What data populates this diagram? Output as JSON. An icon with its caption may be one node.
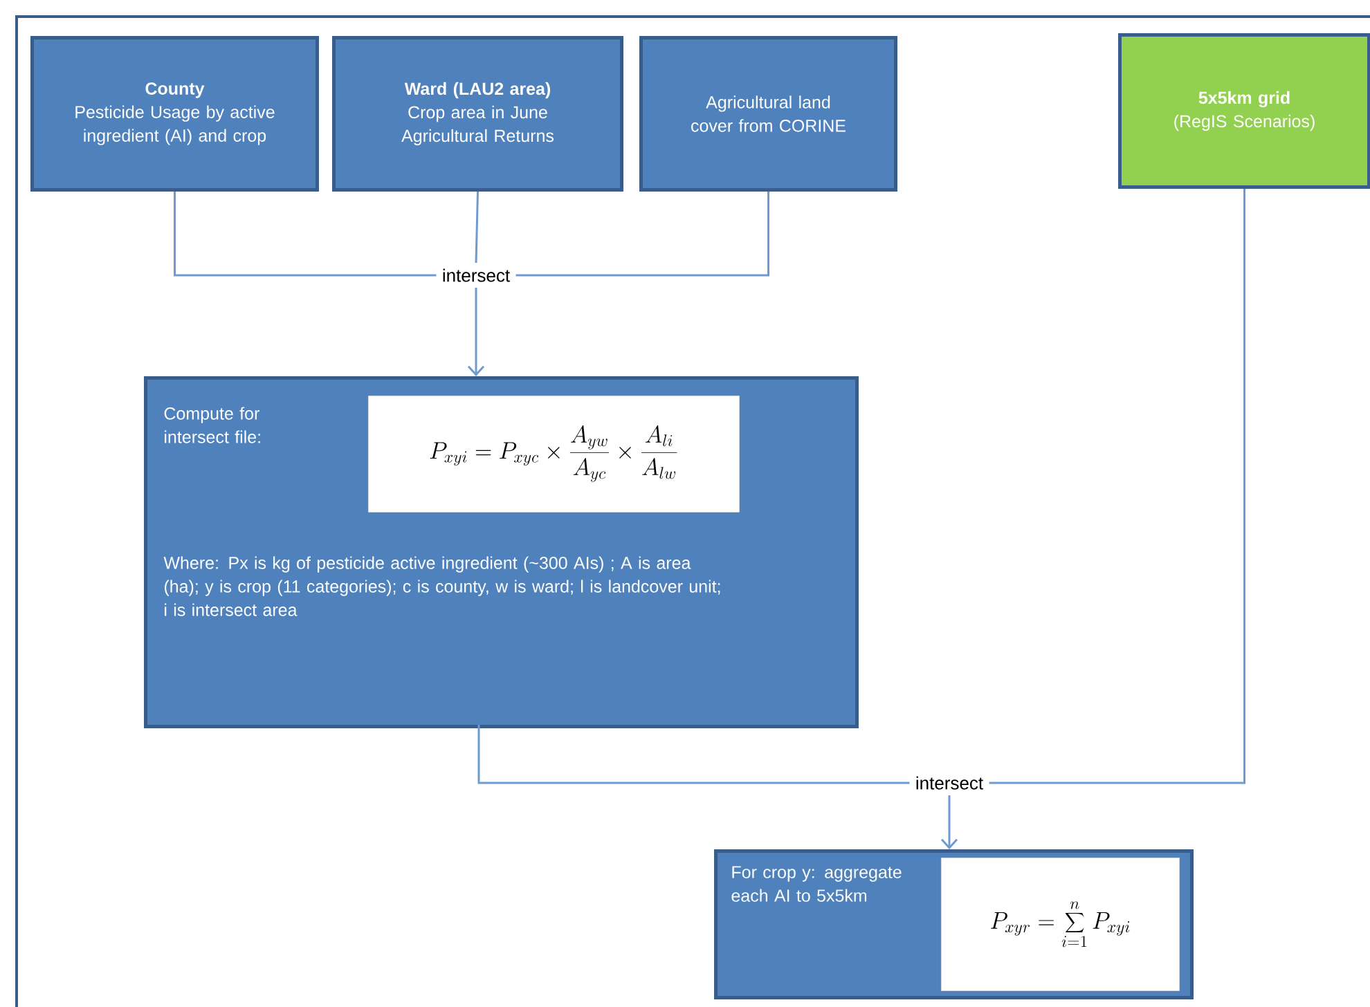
{
  "diagram": {
    "nodes": [
      {
        "text": [
          "County",
          "Pesticide Usage by active ingredient (AI) and crop"
        ]
      },
      {
        "text": [
          "Ward (LAU2 area)",
          "Crop area in June Agricultural Returns"
        ]
      },
      {
        "text": [
          "Agricultural land cover from CORINE"
        ]
      },
      {
        "text": [
          "5x5km grid",
          "(RegIS Scenarios)"
        ]
      },
      {
        "text": [
          "intersect"
        ]
      },
      {
        "text": [
          "Compute for intersect file:",
          "Where:  Px is kg of pesticide active ingredient (~300 AIs) ; A is area (ha); y is crop (11 categories); c is county, w is ward; l is landcover unit; i is intersect area"
        ]
      },
      {
        "text": [
          "P_{xyi} = P_{xyc} \\times \\frac{A_{yw}}{A_{yc}} \\times \\frac{A_{li}}{A_{lw}}"
        ],
        "in": 5
      },
      {
        "text": [
          "intersect"
        ]
      },
      {
        "text": [
          "For crop y: aggregate each AI to 5x5km"
        ]
      },
      {
        "text": [
          "P_{xyr} = \\sum_{i=1}^{n} P_{xyi}"
        ],
        "in": 8
      }
    ],
    "edges": [
      {
        "from": 0,
        "to": 4,
        "arrow": "none"
      },
      {
        "from": 1,
        "to": 4,
        "arrow": "none"
      },
      {
        "from": 2,
        "to": 4,
        "arrow": "none"
      },
      {
        "from": 4,
        "to": 5,
        "arrow": "to"
      },
      {
        "from": 5,
        "to": 7,
        "arrow": "none"
      },
      {
        "from": 3,
        "to": 7,
        "arrow": "none"
      },
      {
        "from": 7,
        "to": 8,
        "arrow": "to"
      }
    ]
  }
}
